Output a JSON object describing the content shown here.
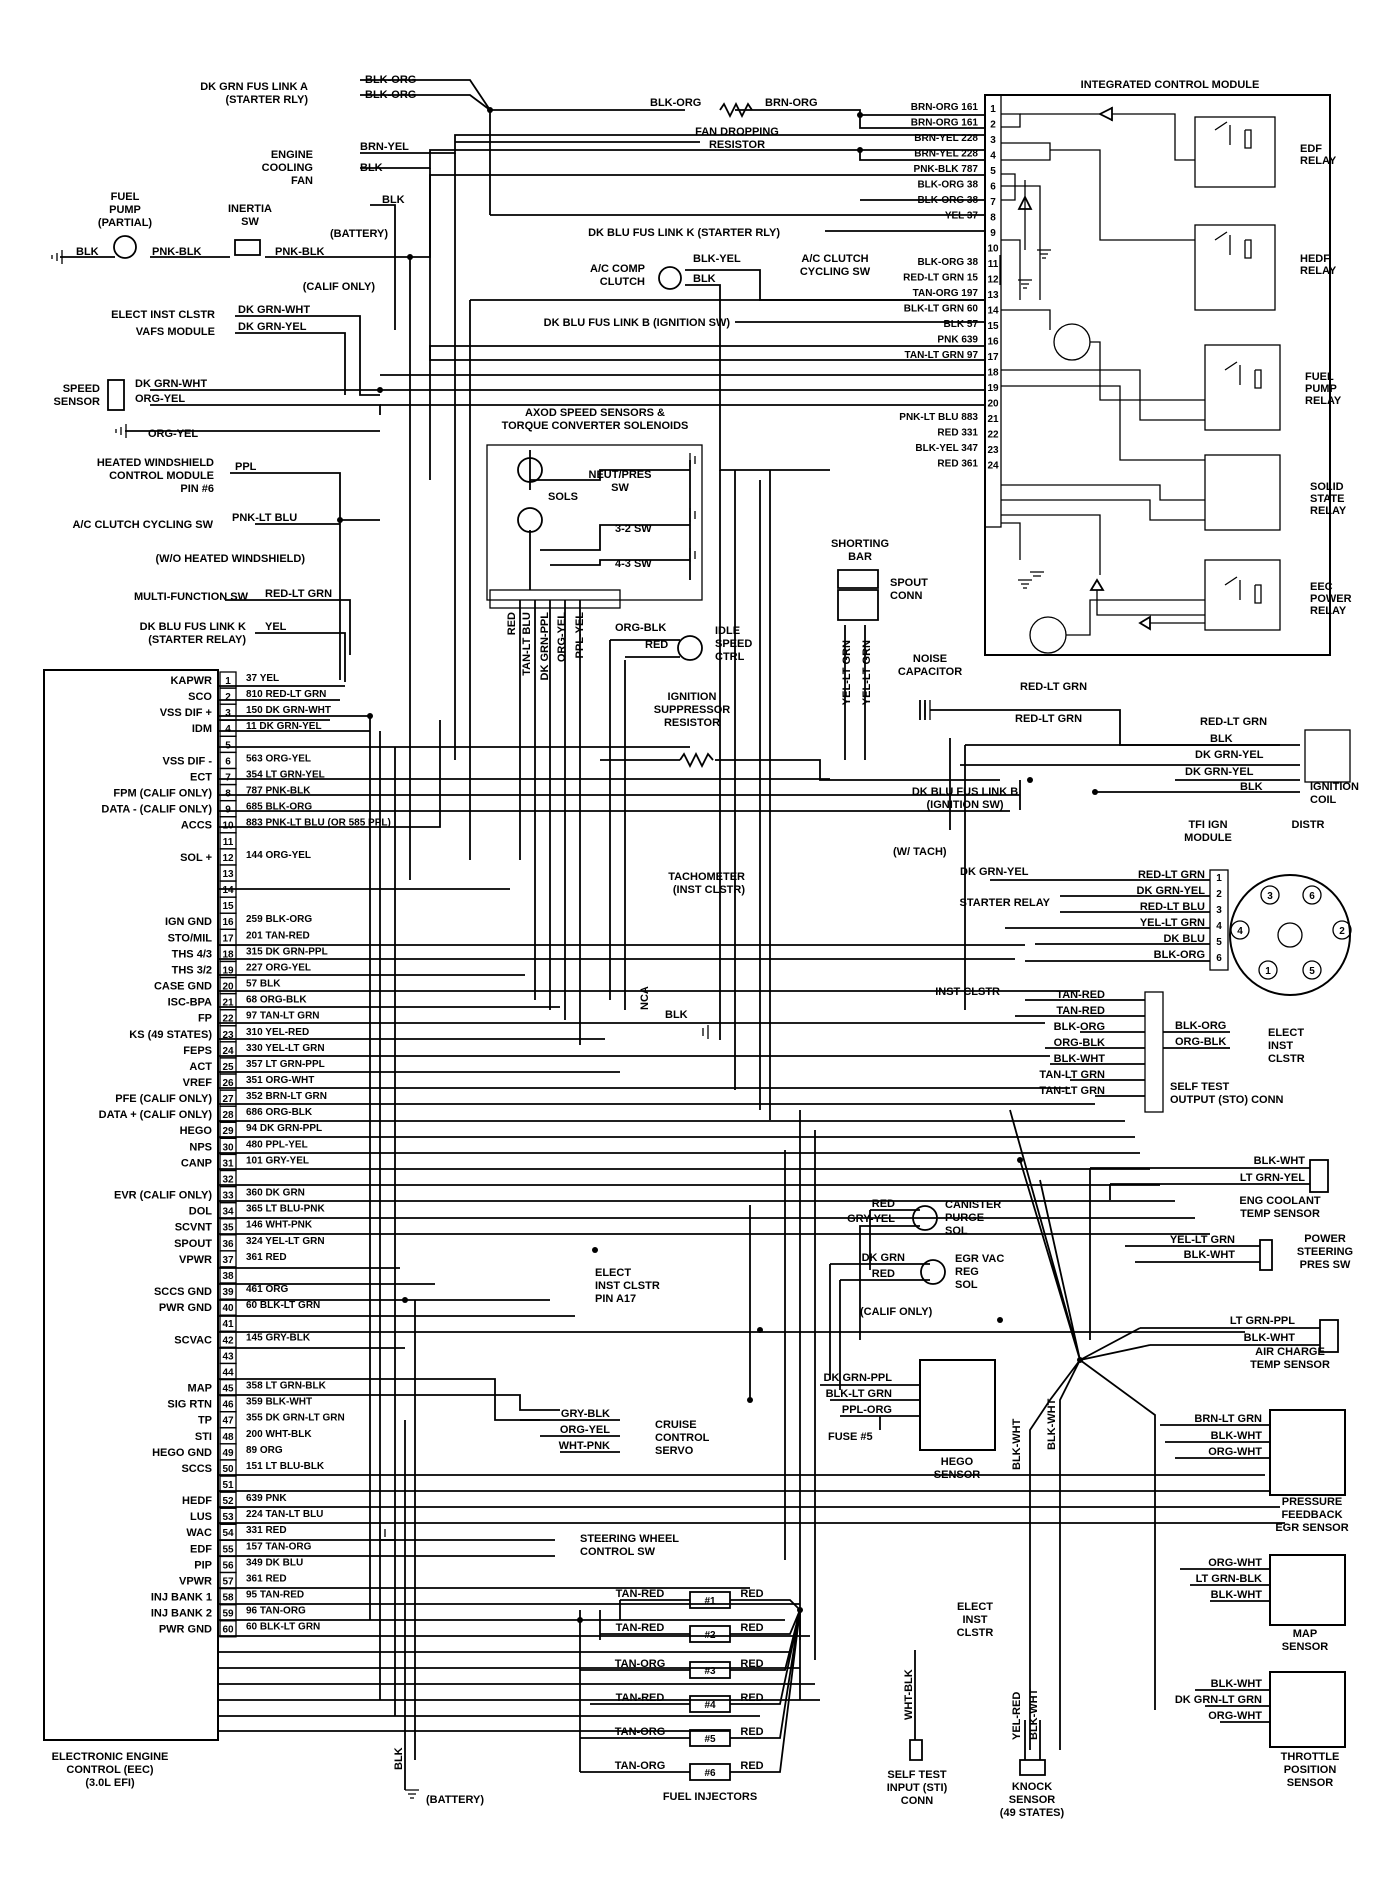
{
  "ecc": {
    "title": [
      "ELECTRONIC ENGINE",
      "CONTROL (EEC)",
      "(3.0L EFI)"
    ],
    "pins": [
      {
        "n": "1",
        "name": "KAPWR",
        "wire": "37 YEL"
      },
      {
        "n": "2",
        "name": "SCO",
        "wire": "810 RED-LT GRN"
      },
      {
        "n": "3",
        "name": "VSS DIF +",
        "wire": "150 DK GRN-WHT"
      },
      {
        "n": "4",
        "name": "IDM",
        "wire": "11 DK GRN-YEL"
      },
      {
        "n": "5",
        "name": "",
        "wire": ""
      },
      {
        "n": "6",
        "name": "VSS DIF -",
        "wire": "563 ORG-YEL"
      },
      {
        "n": "7",
        "name": "ECT",
        "wire": "354 LT GRN-YEL"
      },
      {
        "n": "8",
        "name": "FPM (CALIF ONLY)",
        "wire": "787 PNK-BLK"
      },
      {
        "n": "9",
        "name": "DATA - (CALIF ONLY)",
        "wire": "685 BLK-ORG"
      },
      {
        "n": "10",
        "name": "ACCS",
        "wire": "883 PNK-LT BLU (OR 585 PPL)"
      },
      {
        "n": "11",
        "name": "",
        "wire": ""
      },
      {
        "n": "12",
        "name": "SOL +",
        "wire": "144 ORG-YEL"
      },
      {
        "n": "13",
        "name": "",
        "wire": ""
      },
      {
        "n": "14",
        "name": "",
        "wire": ""
      },
      {
        "n": "15",
        "name": "",
        "wire": ""
      },
      {
        "n": "16",
        "name": "IGN GND",
        "wire": "259 BLK-ORG"
      },
      {
        "n": "17",
        "name": "STO/MIL",
        "wire": "201 TAN-RED"
      },
      {
        "n": "18",
        "name": "THS 4/3",
        "wire": "315 DK GRN-PPL"
      },
      {
        "n": "19",
        "name": "THS 3/2",
        "wire": "227 ORG-YEL"
      },
      {
        "n": "20",
        "name": "CASE GND",
        "wire": "57 BLK"
      },
      {
        "n": "21",
        "name": "ISC-BPA",
        "wire": "68 ORG-BLK"
      },
      {
        "n": "22",
        "name": "FP",
        "wire": "97 TAN-LT GRN"
      },
      {
        "n": "23",
        "name": "KS (49 STATES)",
        "wire": "310 YEL-RED"
      },
      {
        "n": "24",
        "name": "FEPS",
        "wire": "330 YEL-LT GRN"
      },
      {
        "n": "25",
        "name": "ACT",
        "wire": "357 LT GRN-PPL"
      },
      {
        "n": "26",
        "name": "VREF",
        "wire": "351 ORG-WHT"
      },
      {
        "n": "27",
        "name": "PFE (CALIF ONLY)",
        "wire": "352 BRN-LT GRN"
      },
      {
        "n": "28",
        "name": "DATA + (CALIF ONLY)",
        "wire": "686 ORG-BLK"
      },
      {
        "n": "29",
        "name": "HEGO",
        "wire": "94 DK GRN-PPL"
      },
      {
        "n": "30",
        "name": "NPS",
        "wire": "480 PPL-YEL"
      },
      {
        "n": "31",
        "name": "CANP",
        "wire": "101 GRY-YEL"
      },
      {
        "n": "32",
        "name": "",
        "wire": ""
      },
      {
        "n": "33",
        "name": "EVR (CALIF ONLY)",
        "wire": "360 DK GRN"
      },
      {
        "n": "34",
        "name": "DOL",
        "wire": "365 LT BLU-PNK"
      },
      {
        "n": "35",
        "name": "SCVNT",
        "wire": "146 WHT-PNK"
      },
      {
        "n": "36",
        "name": "SPOUT",
        "wire": "324 YEL-LT GRN"
      },
      {
        "n": "37",
        "name": "VPWR",
        "wire": "361 RED"
      },
      {
        "n": "38",
        "name": "",
        "wire": ""
      },
      {
        "n": "39",
        "name": "SCCS GND",
        "wire": "461 ORG"
      },
      {
        "n": "40",
        "name": "PWR GND",
        "wire": "60 BLK-LT GRN"
      },
      {
        "n": "41",
        "name": "",
        "wire": ""
      },
      {
        "n": "42",
        "name": "SCVAC",
        "wire": "145 GRY-BLK"
      },
      {
        "n": "43",
        "name": "",
        "wire": ""
      },
      {
        "n": "44",
        "name": "",
        "wire": ""
      },
      {
        "n": "45",
        "name": "MAP",
        "wire": "358 LT GRN-BLK"
      },
      {
        "n": "46",
        "name": "SIG RTN",
        "wire": "359 BLK-WHT"
      },
      {
        "n": "47",
        "name": "TP",
        "wire": "355 DK GRN-LT GRN"
      },
      {
        "n": "48",
        "name": "STI",
        "wire": "200 WHT-BLK"
      },
      {
        "n": "49",
        "name": "HEGO GND",
        "wire": "89 ORG"
      },
      {
        "n": "50",
        "name": "SCCS",
        "wire": "151 LT BLU-BLK"
      },
      {
        "n": "51",
        "name": "",
        "wire": ""
      },
      {
        "n": "52",
        "name": "HEDF",
        "wire": "639 PNK"
      },
      {
        "n": "53",
        "name": "LUS",
        "wire": "224 TAN-LT BLU"
      },
      {
        "n": "54",
        "name": "WAC",
        "wire": "331 RED"
      },
      {
        "n": "55",
        "name": "EDF",
        "wire": "157 TAN-ORG"
      },
      {
        "n": "56",
        "name": "PIP",
        "wire": "349 DK BLU"
      },
      {
        "n": "57",
        "name": "VPWR",
        "wire": "361 RED"
      },
      {
        "n": "58",
        "name": "INJ BANK 1",
        "wire": "95 TAN-RED"
      },
      {
        "n": "59",
        "name": "INJ BANK 2",
        "wire": "96 TAN-ORG"
      },
      {
        "n": "60",
        "name": "PWR GND",
        "wire": "60 BLK-LT GRN"
      }
    ]
  },
  "icm": {
    "title": "INTEGRATED CONTROL MODULE",
    "pins": [
      {
        "n": "1",
        "wire": "BRN-ORG 161"
      },
      {
        "n": "2",
        "wire": "BRN-ORG 161"
      },
      {
        "n": "3",
        "wire": "BRN-YEL 228"
      },
      {
        "n": "4",
        "wire": "BRN-YEL 228"
      },
      {
        "n": "5",
        "wire": "PNK-BLK 787"
      },
      {
        "n": "6",
        "wire": "BLK-ORG 38"
      },
      {
        "n": "7",
        "wire": "BLK-ORG 38"
      },
      {
        "n": "8",
        "wire": "YEL 37"
      },
      {
        "n": "9",
        "wire": ""
      },
      {
        "n": "10",
        "wire": ""
      },
      {
        "n": "11",
        "wire": "BLK-ORG 38"
      },
      {
        "n": "12",
        "wire": "RED-LT GRN 15"
      },
      {
        "n": "13",
        "wire": "TAN-ORG 197"
      },
      {
        "n": "14",
        "wire": "BLK-LT GRN 60"
      },
      {
        "n": "15",
        "wire": "BLK 57"
      },
      {
        "n": "16",
        "wire": "PNK 639"
      },
      {
        "n": "17",
        "wire": "TAN-LT GRN 97"
      },
      {
        "n": "18",
        "wire": ""
      },
      {
        "n": "19",
        "wire": ""
      },
      {
        "n": "20",
        "wire": ""
      },
      {
        "n": "21",
        "wire": "PNK-LT BLU 883"
      },
      {
        "n": "22",
        "wire": "RED 331"
      },
      {
        "n": "23",
        "wire": "BLK-YEL 347"
      },
      {
        "n": "24",
        "wire": "RED 361"
      }
    ],
    "relays": [
      [
        "EDF",
        "RELAY"
      ],
      [
        "HEDF",
        "RELAY"
      ],
      [
        "FUEL",
        "PUMP",
        "RELAY"
      ],
      [
        "SOLID",
        "STATE",
        "RELAY"
      ],
      [
        "EEC",
        "POWER",
        "RELAY"
      ]
    ]
  },
  "top": {
    "fuse_link_a": [
      "DK GRN FUS LINK A",
      "(STARTER RLY)"
    ],
    "fuse_wires": [
      "BLK-ORG",
      "BLK-ORG"
    ],
    "fan_res_wire_l": "BLK-ORG",
    "fan_res_wire_r": "BRN-ORG",
    "fan_res": [
      "FAN DROPPING",
      "RESISTOR"
    ],
    "cooling_fan": [
      "ENGINE",
      "COOLING",
      "FAN"
    ],
    "cooling_fan_wires": [
      "BRN-YEL",
      "BLK"
    ],
    "battery_blk": "BLK",
    "battery": "(BATTERY)",
    "fuel_pump": [
      "FUEL",
      "PUMP",
      "(PARTIAL)"
    ],
    "inertia": [
      "INERTIA",
      "SW"
    ],
    "fp_wire1": "BLK",
    "fp_wire2": "PNK-BLK",
    "fp_wire3": "PNK-BLK",
    "fus_link_k": "DK BLU FUS LINK K (STARTER RLY)",
    "ac_clutch": [
      "A/C COMP",
      "CLUTCH"
    ],
    "ac_clutch_wires": [
      "BLK-YEL",
      "BLK"
    ],
    "ac_cycling": [
      "A/C CLUTCH",
      "CYCLING SW"
    ],
    "calif_only": "(CALIF ONLY)",
    "fus_link_b": "DK BLU FUS LINK B (IGNITION SW)"
  },
  "left": {
    "elect_inst": "ELECT INST CLSTR",
    "vafs": "VAFS MODULE",
    "vafs_w1": "DK GRN-WHT",
    "vafs_w2": "DK GRN-YEL",
    "speed_sensor": [
      "SPEED",
      "SENSOR"
    ],
    "ss_w1": "DK GRN-WHT",
    "ss_w2": "ORG-YEL",
    "ss_w3": "ORG-YEL",
    "heated_ws": [
      "HEATED WINDSHIELD",
      "CONTROL MODULE",
      "PIN #6"
    ],
    "hws_wire": "PPL",
    "ac_cyc_sw": "A/C CLUTCH CYCLING SW",
    "acc_wire": "PNK-LT BLU",
    "wo_hws": "(W/O HEATED WINDSHIELD)",
    "multi_fn": "MULTI-FUNCTION SW",
    "mf_wire": "RED-LT GRN",
    "fus_k": [
      "DK BLU FUS LINK K",
      "(STARTER RELAY)"
    ],
    "fk_wire": "YEL"
  },
  "axod": {
    "title": [
      "AXOD SPEED SENSORS &",
      "TORQUE CONVERTER SOLENOIDS"
    ],
    "sols": "SOLS",
    "neut": [
      "NEUT/PRES",
      "SW"
    ],
    "sw32": "3-2 SW",
    "sw43": "4-3 SW",
    "wires": [
      "RED",
      "TAN-LT BLU",
      "DK GRN-PPL",
      "ORG-YEL",
      "PPL-YEL"
    ]
  },
  "mid": {
    "shorting": [
      "SHORTING",
      "BAR"
    ],
    "spout": [
      "SPOUT",
      "CONN"
    ],
    "spout_wires": [
      "YEL-LT GRN",
      "YEL-LT GRN"
    ],
    "idle": [
      "IDLE",
      "SPEED",
      "CTRL"
    ],
    "idle_wires": [
      "ORG-BLK",
      "RED"
    ],
    "ign_res": [
      "IGNITION",
      "SUPPRESSOR",
      "RESISTOR"
    ],
    "noise": [
      "NOISE",
      "CAPACITOR"
    ],
    "tach": "TACHOMETER",
    "tach2": "(INST CLSTR)",
    "w_tach": "(W/ TACH)",
    "nca": "NCA",
    "nca_blk": "BLK",
    "starter_relay": "STARTER RELAY",
    "inst_clstr": "INST CLSTR"
  },
  "ignition": {
    "coil": [
      "IGNITION",
      "COIL"
    ],
    "coil_wires": [
      "RED-LT GRN",
      "BLK",
      "DK GRN-YEL",
      "DK GRN-YEL",
      "BLK"
    ],
    "red_lt_grn_1": "RED-LT GRN",
    "red_lt_grn_2": "RED-LT GRN",
    "fus_b": [
      "DK BLU FUS LINK B",
      "(IGNITION SW)"
    ],
    "tfi": [
      "TFI IGN",
      "MODULE"
    ],
    "tfi_wires": [
      "RED-LT GRN",
      "DK GRN-YEL",
      "RED-LT BLU",
      "YEL-LT GRN",
      "DK BLU",
      "BLK-ORG"
    ],
    "tfi_pins": [
      "1",
      "2",
      "3",
      "4",
      "5",
      "6"
    ],
    "dk_grn_yel": "DK GRN-YEL",
    "distr": "DISTR",
    "distr_nums": [
      "3",
      "6",
      "4",
      "2",
      "1",
      "5"
    ]
  },
  "right": {
    "stc_wires": [
      "TAN-RED",
      "TAN-RED",
      "BLK-ORG",
      "ORG-BLK",
      "BLK-WHT",
      "TAN-LT GRN",
      "TAN-LT GRN"
    ],
    "elect_inst_clstr": [
      "ELECT",
      "INST",
      "CLSTR"
    ],
    "eic_wires": [
      "BLK-ORG",
      "ORG-BLK"
    ],
    "self_test": [
      "SELF TEST",
      "OUTPUT (STO) CONN"
    ],
    "eng_coolant": [
      "ENG COOLANT",
      "TEMP SENSOR"
    ],
    "ect_wires": [
      "BLK-WHT",
      "LT GRN-YEL"
    ],
    "canister": [
      "CANISTER",
      "PURGE",
      "SOL"
    ],
    "can_wires": [
      "RED",
      "GRY-YEL"
    ],
    "ps_sw": [
      "POWER",
      "STEERING",
      "PRES SW"
    ],
    "ps_wires": [
      "YEL-LT GRN",
      "BLK-WHT"
    ],
    "egr_vac": [
      "EGR VAC",
      "REG",
      "SOL"
    ],
    "egr_wires": [
      "DK GRN",
      "RED"
    ],
    "calif": "(CALIF ONLY)",
    "elect_a17": [
      "ELECT",
      "INST CLSTR",
      "PIN A17"
    ],
    "act": [
      "AIR CHARGE",
      "TEMP SENSOR"
    ],
    "act_wires": [
      "LT GRN-PPL",
      "BLK-WHT"
    ],
    "hego": [
      "HEGO",
      "SENSOR"
    ],
    "hego_wires": [
      "DK GRN-PPL",
      "BLK-LT GRN",
      "PPL-ORG"
    ],
    "fuse5": "FUSE #5",
    "cruise": [
      "CRUISE",
      "CONTROL",
      "SERVO"
    ],
    "cruise_wires": [
      "GRY-BLK",
      "ORG-YEL",
      "WHT-PNK"
    ],
    "pfe": [
      "PRESSURE",
      "FEEDBACK",
      "EGR SENSOR"
    ],
    "pfe_wires": [
      "BRN-LT GRN",
      "BLK-WHT",
      "ORG-WHT"
    ],
    "blk_wht_v1": "BLK-WHT",
    "blk_wht_v2": "BLK-WHT",
    "steering": [
      "STEERING WHEEL",
      "CONTROL SW"
    ],
    "map": [
      "MAP",
      "SENSOR"
    ],
    "map_wires": [
      "ORG-WHT",
      "LT GRN-BLK",
      "BLK-WHT"
    ],
    "elect_inst2": [
      "ELECT",
      "INST",
      "CLSTR"
    ],
    "tps": [
      "THROTTLE",
      "POSITION",
      "SENSOR"
    ],
    "tps_wires": [
      "BLK-WHT",
      "DK GRN-LT GRN",
      "ORG-WHT"
    ]
  },
  "bottom": {
    "injectors": "FUEL INJECTORS",
    "inj_labels": [
      "#1",
      "#2",
      "#3",
      "#4",
      "#5",
      "#6"
    ],
    "inj_wires": [
      "TAN-RED",
      "TAN-RED",
      "TAN-ORG",
      "TAN-RED",
      "TAN-ORG",
      "TAN-ORG"
    ],
    "inj_red": "RED",
    "sti": [
      "SELF TEST",
      "INPUT (STI)",
      "CONN"
    ],
    "sti_wire": "WHT-BLK",
    "knock": [
      "KNOCK",
      "SENSOR",
      "(49 STATES)"
    ],
    "knock_wires": [
      "YEL-RED",
      "BLK-WHT"
    ],
    "battery": "(BATTERY)",
    "batt_blk": "BLK"
  }
}
